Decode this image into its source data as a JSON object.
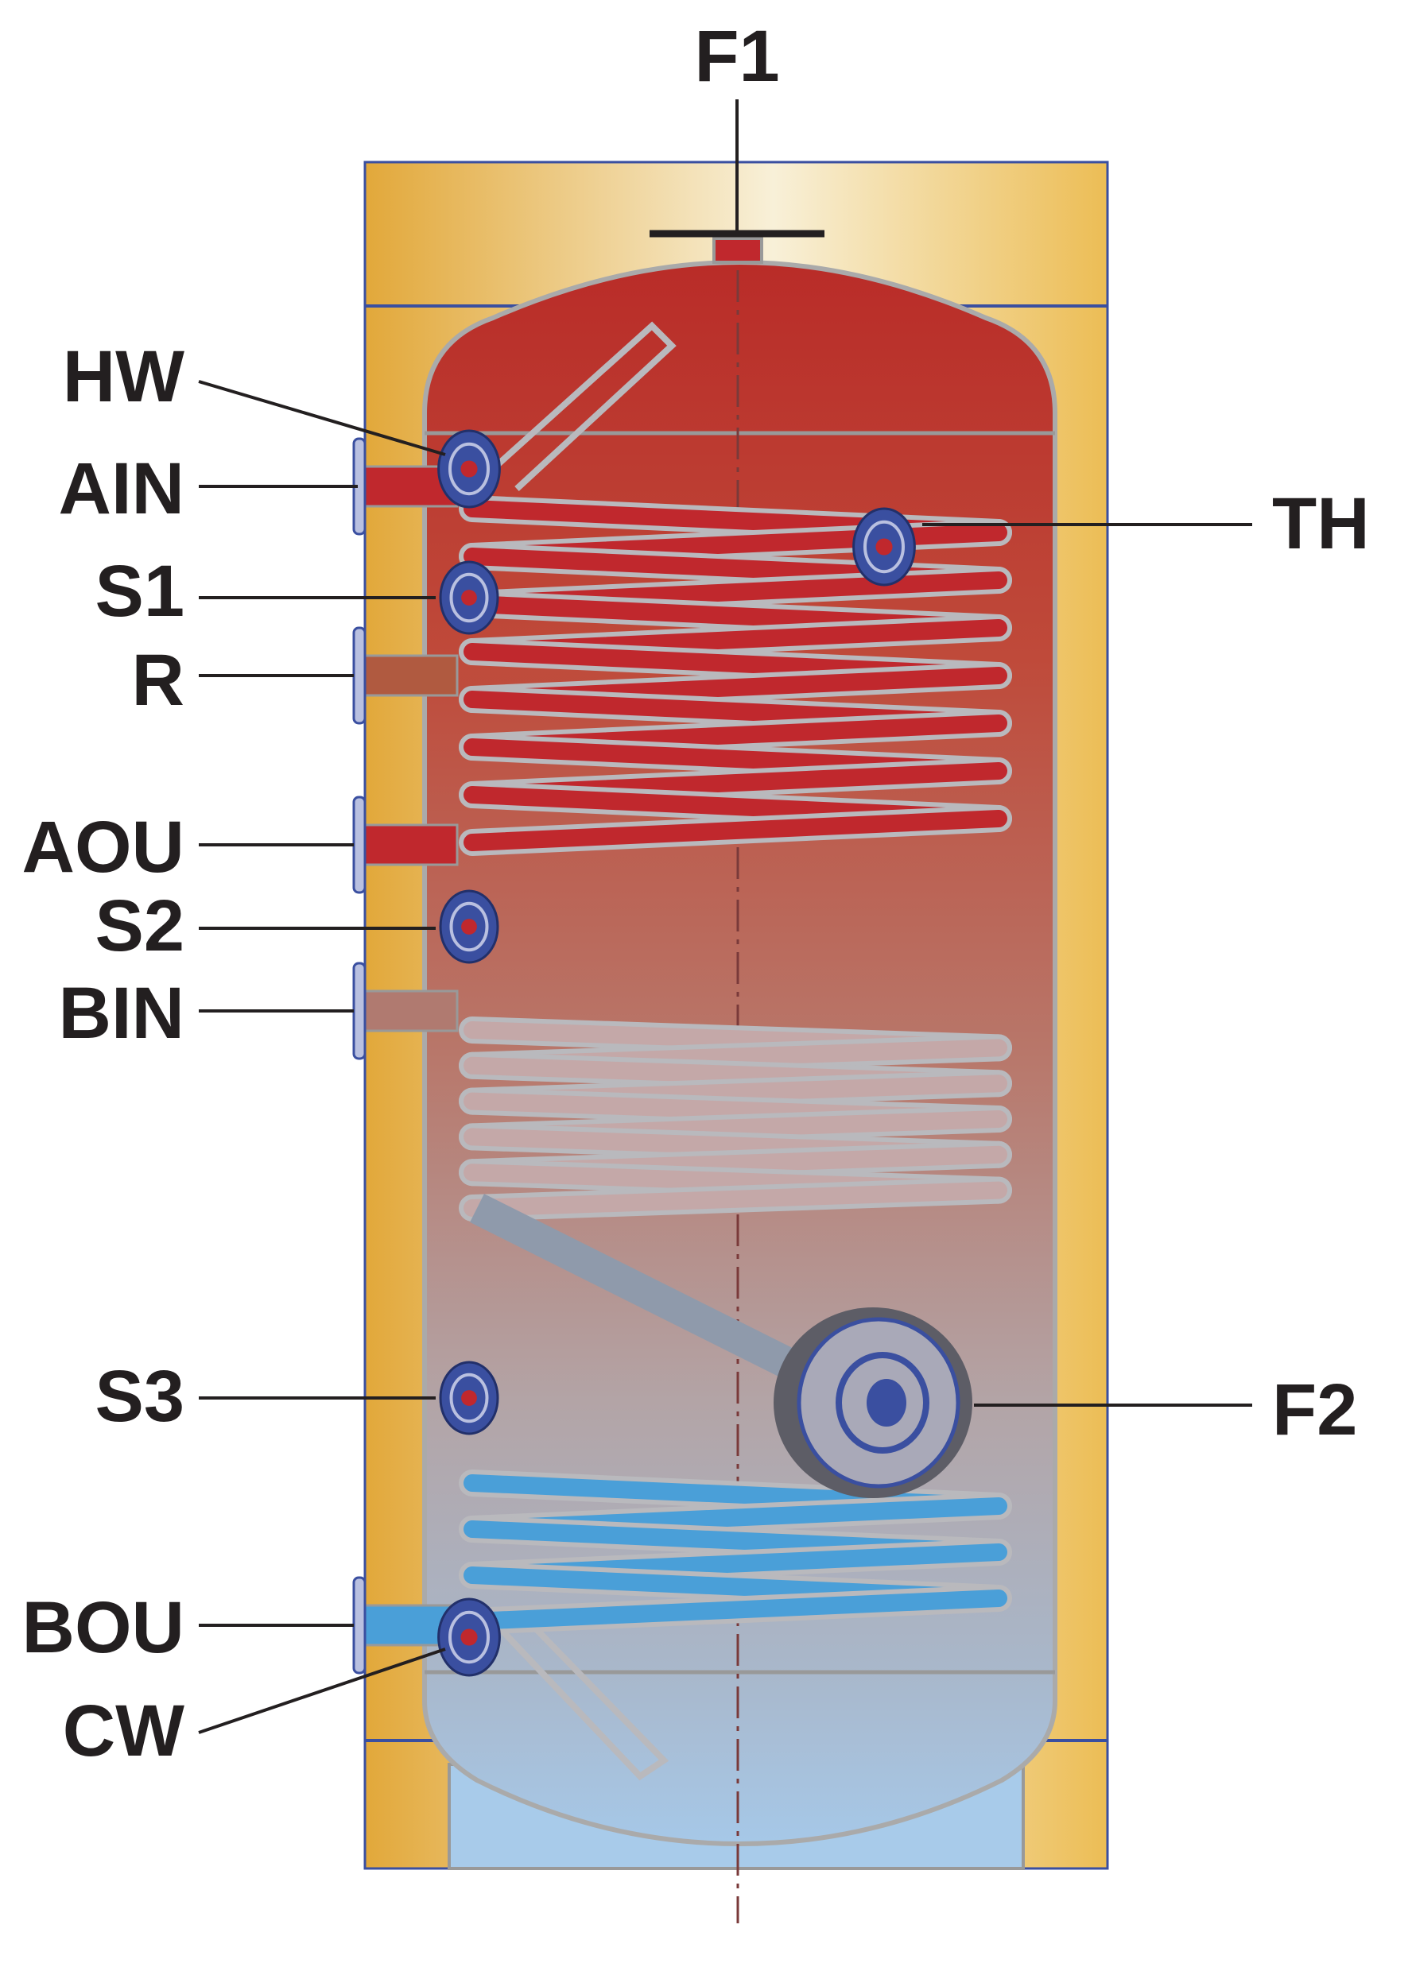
{
  "title": "Hot water storage tank connection diagram",
  "labels": {
    "F1": "F1",
    "HW": "HW",
    "AIN": "AIN",
    "S1": "S1",
    "R": "R",
    "AOU": "AOU",
    "S2": "S2",
    "BIN": "BIN",
    "S3": "S3",
    "BOU": "BOU",
    "CW": "CW",
    "TH": "TH",
    "F2": "F2"
  },
  "colors": {
    "casing": "#e9b44c",
    "hot": "#c0282d",
    "cold": "#4a9fd8",
    "coil": "#b9b9bd",
    "flange": "#3a4fa0",
    "text": "#231f20"
  }
}
